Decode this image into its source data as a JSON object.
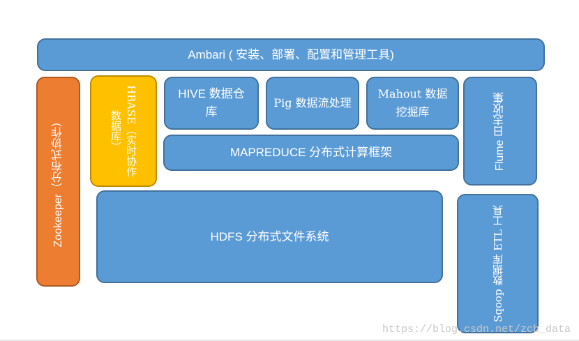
{
  "ambari": {
    "label": "Ambari ( 安装、部署、配置和管理工具)"
  },
  "zookeeper": {
    "label": "Zookeeper（分布式协作）"
  },
  "hbase": {
    "label": "HBASE（实时协作数据库）"
  },
  "hive": {
    "label": "HIVE 数据仓库"
  },
  "pig": {
    "label": "Pig 数据流处理"
  },
  "mahout": {
    "label": "Mahout 数据挖掘库"
  },
  "flume": {
    "label": "Flume 日志收集"
  },
  "mapreduce": {
    "label": "MAPREDUCE 分布式计算框架"
  },
  "hdfs": {
    "label": "HDFS 分布式文件系统"
  },
  "sqoop": {
    "label": "Sqoop 数据库 ETL 工具"
  },
  "watermark": {
    "text": "https://blog.csdn.net/zcb_data"
  },
  "colors": {
    "blue": "#5b9bd5",
    "orange": "#ed7d31",
    "yellow": "#ffc000"
  }
}
